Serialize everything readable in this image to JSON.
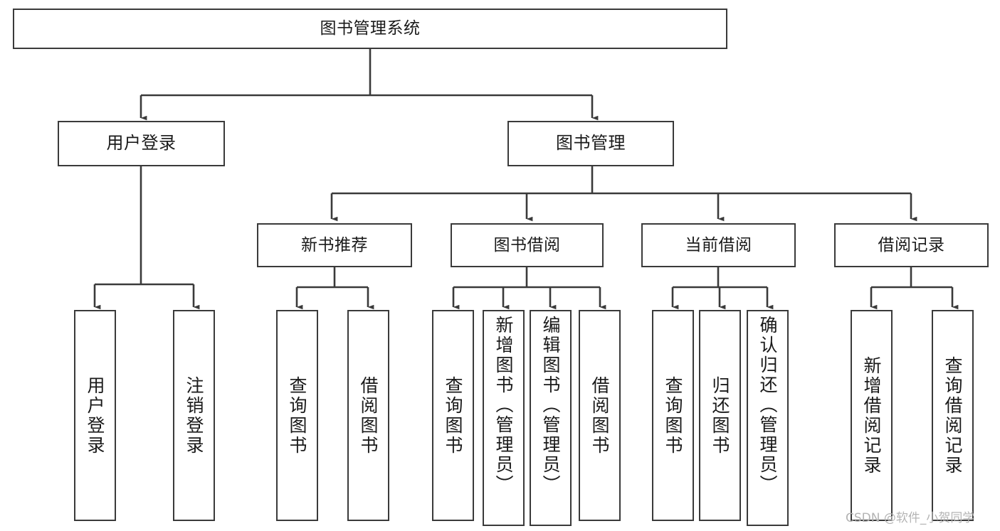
{
  "diagram": {
    "title": "图书管理系统",
    "style": {
      "box_border_color": "#3a3a3a",
      "box_fill_color": "#ffffff",
      "edge_color": "#3a3a3a",
      "text_color": "#1a1a1a",
      "background_color": "#ffffff"
    },
    "root": {
      "label": "图书管理系统"
    },
    "level1": [
      {
        "label": "用户登录"
      },
      {
        "label": "图书管理"
      }
    ],
    "level2": [
      {
        "label": "新书推荐"
      },
      {
        "label": "图书借阅"
      },
      {
        "label": "当前借阅"
      },
      {
        "label": "借阅记录"
      }
    ],
    "leaves": {
      "user_login": [
        {
          "label": "用户登录"
        },
        {
          "label": "注销登录"
        }
      ],
      "new_book_recommend": [
        {
          "label": "查询图书"
        },
        {
          "label": "借阅图书"
        }
      ],
      "book_borrow": [
        {
          "label": "查询图书"
        },
        {
          "label": "新增图书（管理员）"
        },
        {
          "label": "编辑图书（管理员）"
        },
        {
          "label": "借阅图书"
        }
      ],
      "current_borrow": [
        {
          "label": "查询图书"
        },
        {
          "label": "归还图书"
        },
        {
          "label": "确认归还（管理员）"
        }
      ],
      "borrow_record": [
        {
          "label": "新增借阅记录"
        },
        {
          "label": "查询借阅记录"
        }
      ]
    }
  },
  "watermark": {
    "text": "CSDN @软件_小贺同学"
  }
}
